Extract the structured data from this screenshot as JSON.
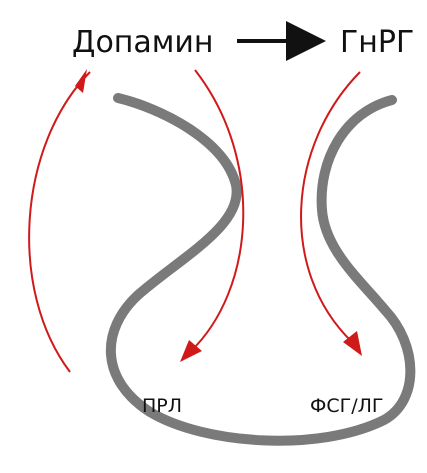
{
  "labels": {
    "top_left": "Допамин",
    "top_right": "ГнРГ",
    "bottom_left": "ПРЛ",
    "bottom_right": "ФСГ/ЛГ"
  },
  "colors": {
    "arrow_red": "#d01a1a",
    "outline_gray": "#7a7a7a",
    "text": "#111111",
    "background": "#ffffff"
  }
}
